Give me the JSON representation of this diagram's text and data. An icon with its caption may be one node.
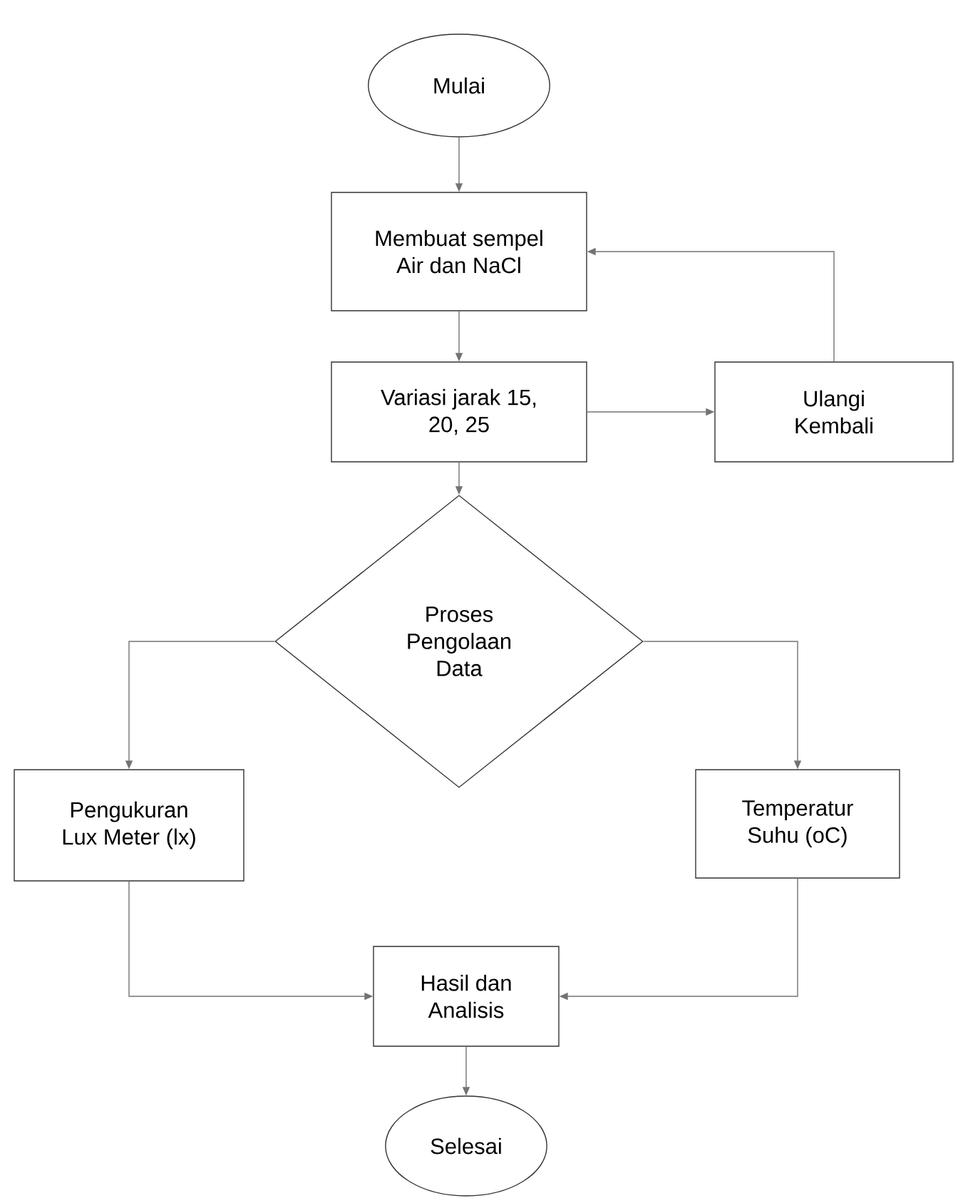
{
  "diagram": {
    "nodes": [
      {
        "text": [
          "Mulai"
        ]
      },
      {
        "text": [
          "Membuat sempel Air dan NaCl"
        ]
      },
      {
        "text": [
          "Variasi jarak 15, 20, 25"
        ]
      },
      {
        "text": [
          "Ulangi Kembali"
        ]
      },
      {
        "text": [
          "Proses Pengolaan Data"
        ]
      },
      {
        "text": [
          "Pengukuran Lux Meter (lx)"
        ]
      },
      {
        "text": [
          "Temperatur Suhu (oC)"
        ]
      },
      {
        "text": [
          "Hasil dan Analisis"
        ]
      },
      {
        "text": [
          "Selesai"
        ]
      }
    ],
    "edges": [
      {
        "from": 0,
        "to": 1,
        "arrow": "to"
      },
      {
        "from": 1,
        "to": 2,
        "arrow": "to"
      },
      {
        "from": 2,
        "to": 3,
        "arrow": "to"
      },
      {
        "from": 3,
        "to": 1,
        "arrow": "to"
      },
      {
        "from": 2,
        "to": 4,
        "arrow": "to"
      },
      {
        "from": 4,
        "to": 5,
        "arrow": "to"
      },
      {
        "from": 4,
        "to": 6,
        "arrow": "to"
      },
      {
        "from": 5,
        "to": 7,
        "arrow": "to"
      },
      {
        "from": 6,
        "to": 7,
        "arrow": "to"
      },
      {
        "from": 7,
        "to": 8,
        "arrow": "to"
      }
    ]
  }
}
